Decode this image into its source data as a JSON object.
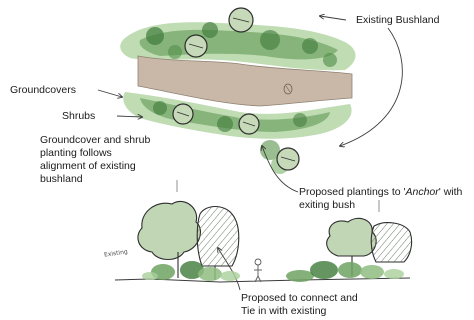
{
  "labels": {
    "existing_bushland": "Existing Bushland",
    "groundcovers": "Groundcovers",
    "shrubs": "Shrubs",
    "alignment_note": [
      "Groundcover and shrub",
      "planting follows",
      "alignment of existing",
      "bushland"
    ],
    "anchor_note": {
      "before": "Proposed plantings to '",
      "emphasis": "Anchor",
      "after": "' with",
      "line2": "exiting bush"
    },
    "connect_note": [
      "Proposed to connect and",
      "Tie in with existing"
    ],
    "sketch_scribble": "Existing"
  },
  "colors": {
    "path": "#c9b8a7",
    "path_edge": "#8f8273",
    "shrub_dark": "#3f7a3a",
    "shrub_mid": "#6fa262",
    "shrub_light": "#a9d09a",
    "tree_canopy": "#c0d6b4",
    "hatch": "#6f7d6a",
    "ink": "#3b3b3b"
  }
}
